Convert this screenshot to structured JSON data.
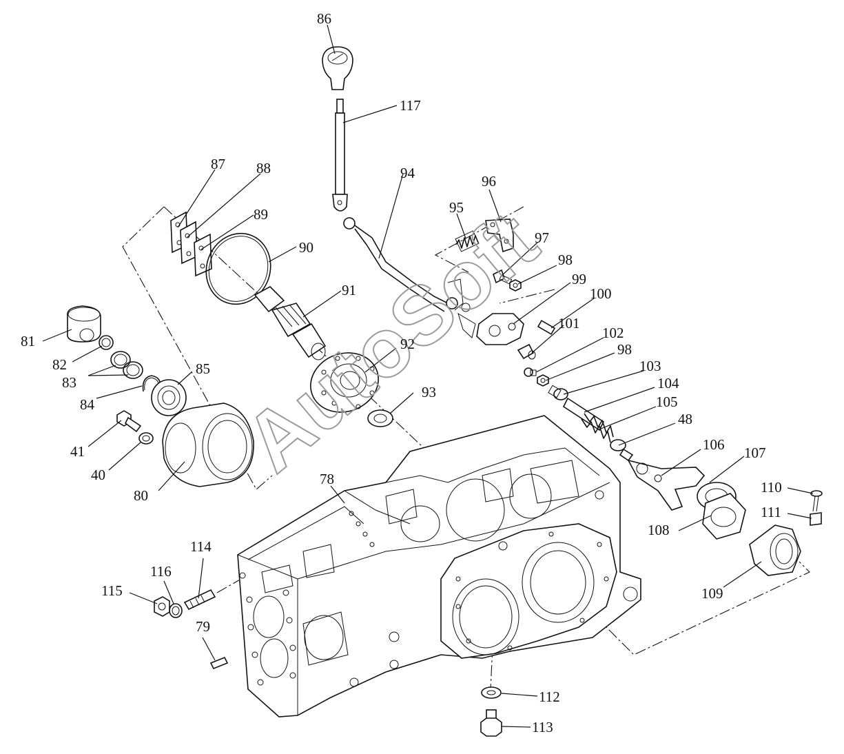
{
  "watermark": {
    "text": "AutoSoft"
  },
  "callouts": [
    {
      "id": "86",
      "label": "86"
    },
    {
      "id": "117",
      "label": "117"
    },
    {
      "id": "87",
      "label": "87"
    },
    {
      "id": "88",
      "label": "88"
    },
    {
      "id": "89",
      "label": "89"
    },
    {
      "id": "90",
      "label": "90"
    },
    {
      "id": "91",
      "label": "91"
    },
    {
      "id": "94",
      "label": "94"
    },
    {
      "id": "95",
      "label": "95"
    },
    {
      "id": "96",
      "label": "96"
    },
    {
      "id": "97",
      "label": "97"
    },
    {
      "id": "98a",
      "label": "98"
    },
    {
      "id": "99",
      "label": "99"
    },
    {
      "id": "100",
      "label": "100"
    },
    {
      "id": "101",
      "label": "101"
    },
    {
      "id": "102",
      "label": "102"
    },
    {
      "id": "98b",
      "label": "98"
    },
    {
      "id": "103",
      "label": "103"
    },
    {
      "id": "104",
      "label": "104"
    },
    {
      "id": "105",
      "label": "105"
    },
    {
      "id": "48",
      "label": "48"
    },
    {
      "id": "106",
      "label": "106"
    },
    {
      "id": "107",
      "label": "107"
    },
    {
      "id": "110",
      "label": "110"
    },
    {
      "id": "111",
      "label": "111"
    },
    {
      "id": "108",
      "label": "108"
    },
    {
      "id": "109",
      "label": "109"
    },
    {
      "id": "81",
      "label": "81"
    },
    {
      "id": "82",
      "label": "82"
    },
    {
      "id": "83",
      "label": "83"
    },
    {
      "id": "84",
      "label": "84"
    },
    {
      "id": "85",
      "label": "85"
    },
    {
      "id": "92",
      "label": "92"
    },
    {
      "id": "93",
      "label": "93"
    },
    {
      "id": "41",
      "label": "41"
    },
    {
      "id": "40",
      "label": "40"
    },
    {
      "id": "80",
      "label": "80"
    },
    {
      "id": "78",
      "label": "78"
    },
    {
      "id": "114",
      "label": "114"
    },
    {
      "id": "116",
      "label": "116"
    },
    {
      "id": "115",
      "label": "115"
    },
    {
      "id": "79",
      "label": "79"
    },
    {
      "id": "112",
      "label": "112"
    },
    {
      "id": "113",
      "label": "113"
    }
  ]
}
